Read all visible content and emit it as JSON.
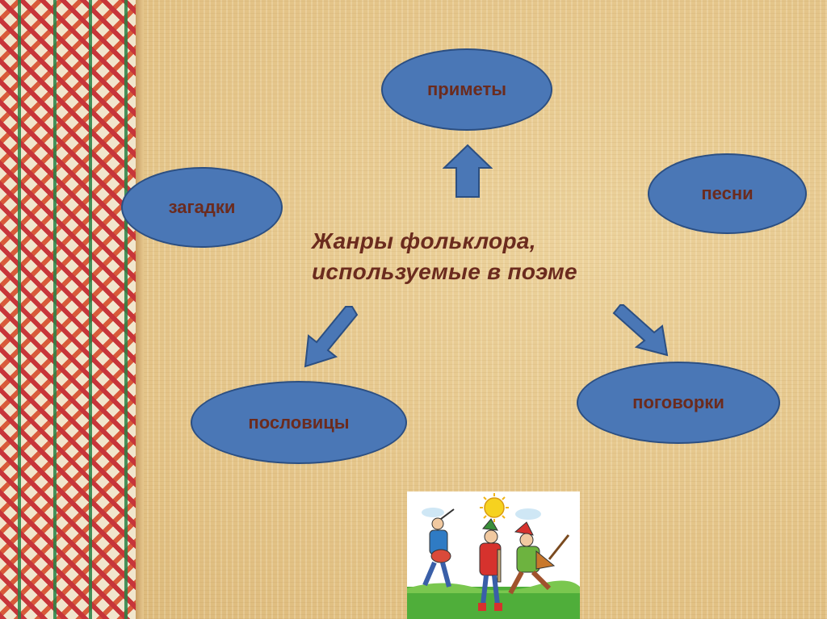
{
  "title": {
    "line1": "Жанры фольклора,",
    "line2": "используемые в поэме"
  },
  "genres": {
    "primety": "приметы",
    "zagadki": "загадки",
    "pesni": "песни",
    "poslovicy": "пословицы",
    "pogovorki": "поговорки"
  },
  "colors": {
    "oval_fill": "#4a77b6",
    "text": "#6b2b1e",
    "background": "#e6c88f"
  }
}
